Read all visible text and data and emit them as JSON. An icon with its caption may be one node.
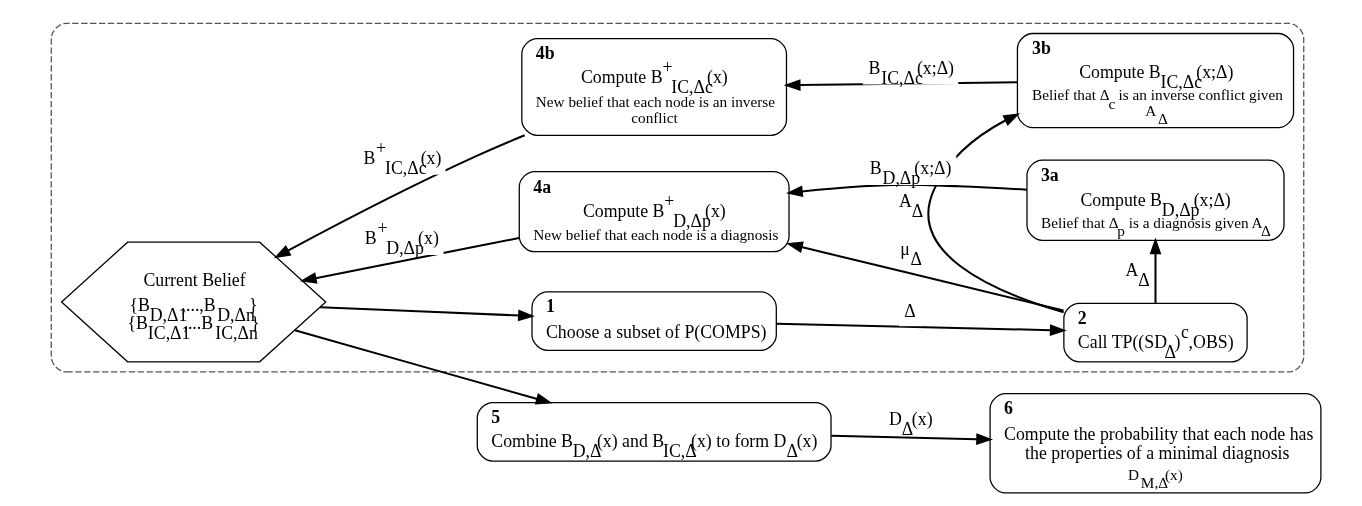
{
  "diagram": {
    "nodes": [
      {
        "text": [],
        "shape": "box"
      },
      {
        "text": [
          "Current Belief",
          "{B$_{D,Δ1}$,...,B$_{D,Δn}$} {B$_{IC,Δ1}$,...B$_{IC,Δn}$}"
        ],
        "in": 0
      },
      {
        "text": [
          "1",
          "Choose a subset of P(COMPS)"
        ],
        "in": 0
      },
      {
        "text": [
          "2",
          "Call TP((SD$_{Δ}$)$^{c}$,OBS)"
        ],
        "in": 0
      },
      {
        "text": [
          "4a",
          "Compute B$^{+}$$_{D,Δp}$(x)",
          "New belief that each node is a diagnosis"
        ],
        "in": 0
      },
      {
        "text": [
          "3a",
          "Compute B$_{D,Δp}$(x;Δ)",
          "Belief that Δ$_{p}$ is a diagnosis given A$_{Δ}$"
        ],
        "in": 0
      },
      {
        "text": [
          "4b",
          "Compute B$^{+}$$_{IC,Δc}$(x)",
          "New belief that each node is an inverse conflict"
        ],
        "in": 0
      },
      {
        "text": [
          "3b",
          "Compute B$_{IC,Δc}$(x;Δ)",
          "Belief that Δ$_{c}$ is an inverse conflict given A$_{Δ}$"
        ],
        "in": 0
      },
      {
        "text": [
          "5",
          "Combine B$_{D,Δ}$(x) and B$_{IC,Δ}$(x) to form D$_{Δ}$(x)"
        ]
      },
      {
        "text": [
          "6",
          "Compute the probability that each node has the properties of a minimal diagnosis",
          "D$_{M,Δ}$(x)"
        ]
      }
    ],
    "edges": [
      {
        "from": 1,
        "to": 2,
        "arrow": "to"
      },
      {
        "from": 2,
        "to": 3,
        "arrow": "to",
        "label": "Δ"
      },
      {
        "from": 3,
        "to": 4,
        "arrow": "to",
        "label": "μ$_{Δ}$"
      },
      {
        "from": 3,
        "to": 5,
        "arrow": "to",
        "label": "A$_{Δ}$"
      },
      {
        "from": 3,
        "to": 7,
        "arrow": "to",
        "label": "A$_{Δ}$"
      },
      {
        "from": 5,
        "to": 4,
        "arrow": "to",
        "label": "B$_{D,Δp}$(x;Δ)"
      },
      {
        "from": 7,
        "to": 6,
        "arrow": "to",
        "label": "B$_{IC,Δc}$(x;Δ)"
      },
      {
        "from": 4,
        "to": 1,
        "arrow": "to",
        "label": "B$^{+}$$_{D,Δp}$(x)"
      },
      {
        "from": 6,
        "to": 1,
        "arrow": "to",
        "label": "B$^{+}$$_{IC,Δc}$(x)"
      },
      {
        "from": 1,
        "to": 8,
        "arrow": "to"
      },
      {
        "from": 8,
        "to": 9,
        "arrow": "to",
        "label": "D$_{Δ}$(x)"
      }
    ]
  }
}
